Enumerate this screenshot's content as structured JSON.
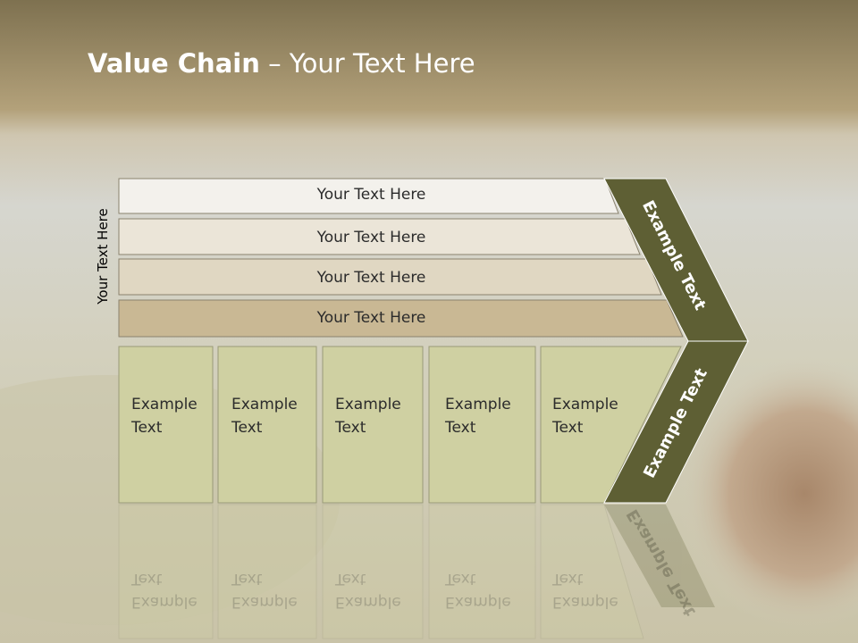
{
  "title": {
    "bold": "Value Chain",
    "rest": " – Your Text Here"
  },
  "side_label": "Your Text Here",
  "rows": [
    {
      "label": "Your Text Here",
      "color": "#f3f1ec"
    },
    {
      "label": "Your Text Here",
      "color": "#ebe5d8"
    },
    {
      "label": "Your Text Here",
      "color": "#e0d7c2"
    },
    {
      "label": "Your Text Here",
      "color": "#c9b894"
    }
  ],
  "cells": [
    "Example\nText",
    "Example\nText",
    "Example\nText",
    "Example\nText",
    "Example\nText"
  ],
  "chevron": {
    "top_label": "Example Text",
    "bottom_label": "Example Text",
    "color": "#5e5f34"
  },
  "colors": {
    "cell_fill": "#cfd0a2",
    "cell_border": "#9a9a78",
    "title": "#ffffff"
  }
}
